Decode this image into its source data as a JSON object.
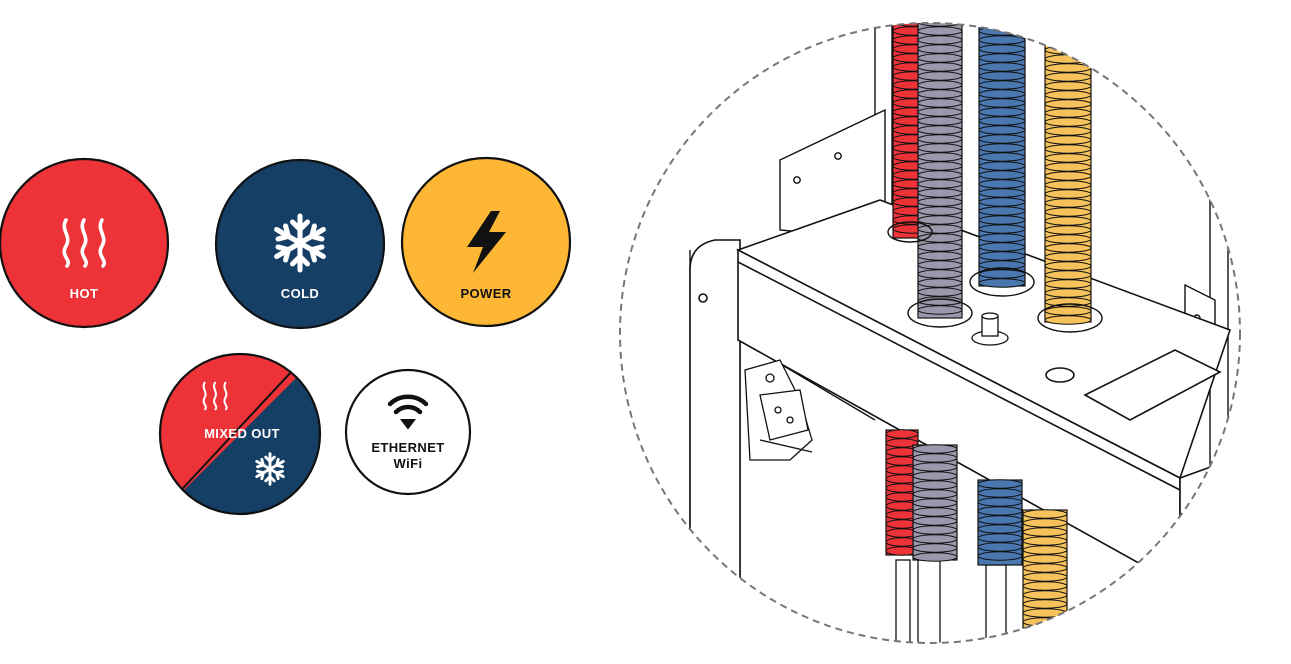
{
  "legend": {
    "hot": {
      "label": "HOT",
      "color": "#ed3338",
      "icon": "heat-waves-icon"
    },
    "cold": {
      "label": "COLD",
      "color": "#163f66",
      "icon": "snowflake-icon"
    },
    "power": {
      "label": "POWER",
      "color": "#fdb734",
      "icon": "lightning-bolt-icon"
    },
    "mixed_out": {
      "label": "MIXED OUT",
      "colors": [
        "#ed3338",
        "#163f66"
      ],
      "icons": [
        "heat-waves-icon",
        "snowflake-icon"
      ]
    },
    "network": {
      "label_line1": "ETHERNET",
      "label_line2": "WiFi",
      "color": "#ffffff",
      "icon": "wifi-icon"
    }
  },
  "illustration": {
    "pipe_colors": {
      "hot": "#ed3338",
      "mixed": "#9c98ab",
      "cold": "#4a77b0",
      "power": "#f6c25b"
    }
  }
}
